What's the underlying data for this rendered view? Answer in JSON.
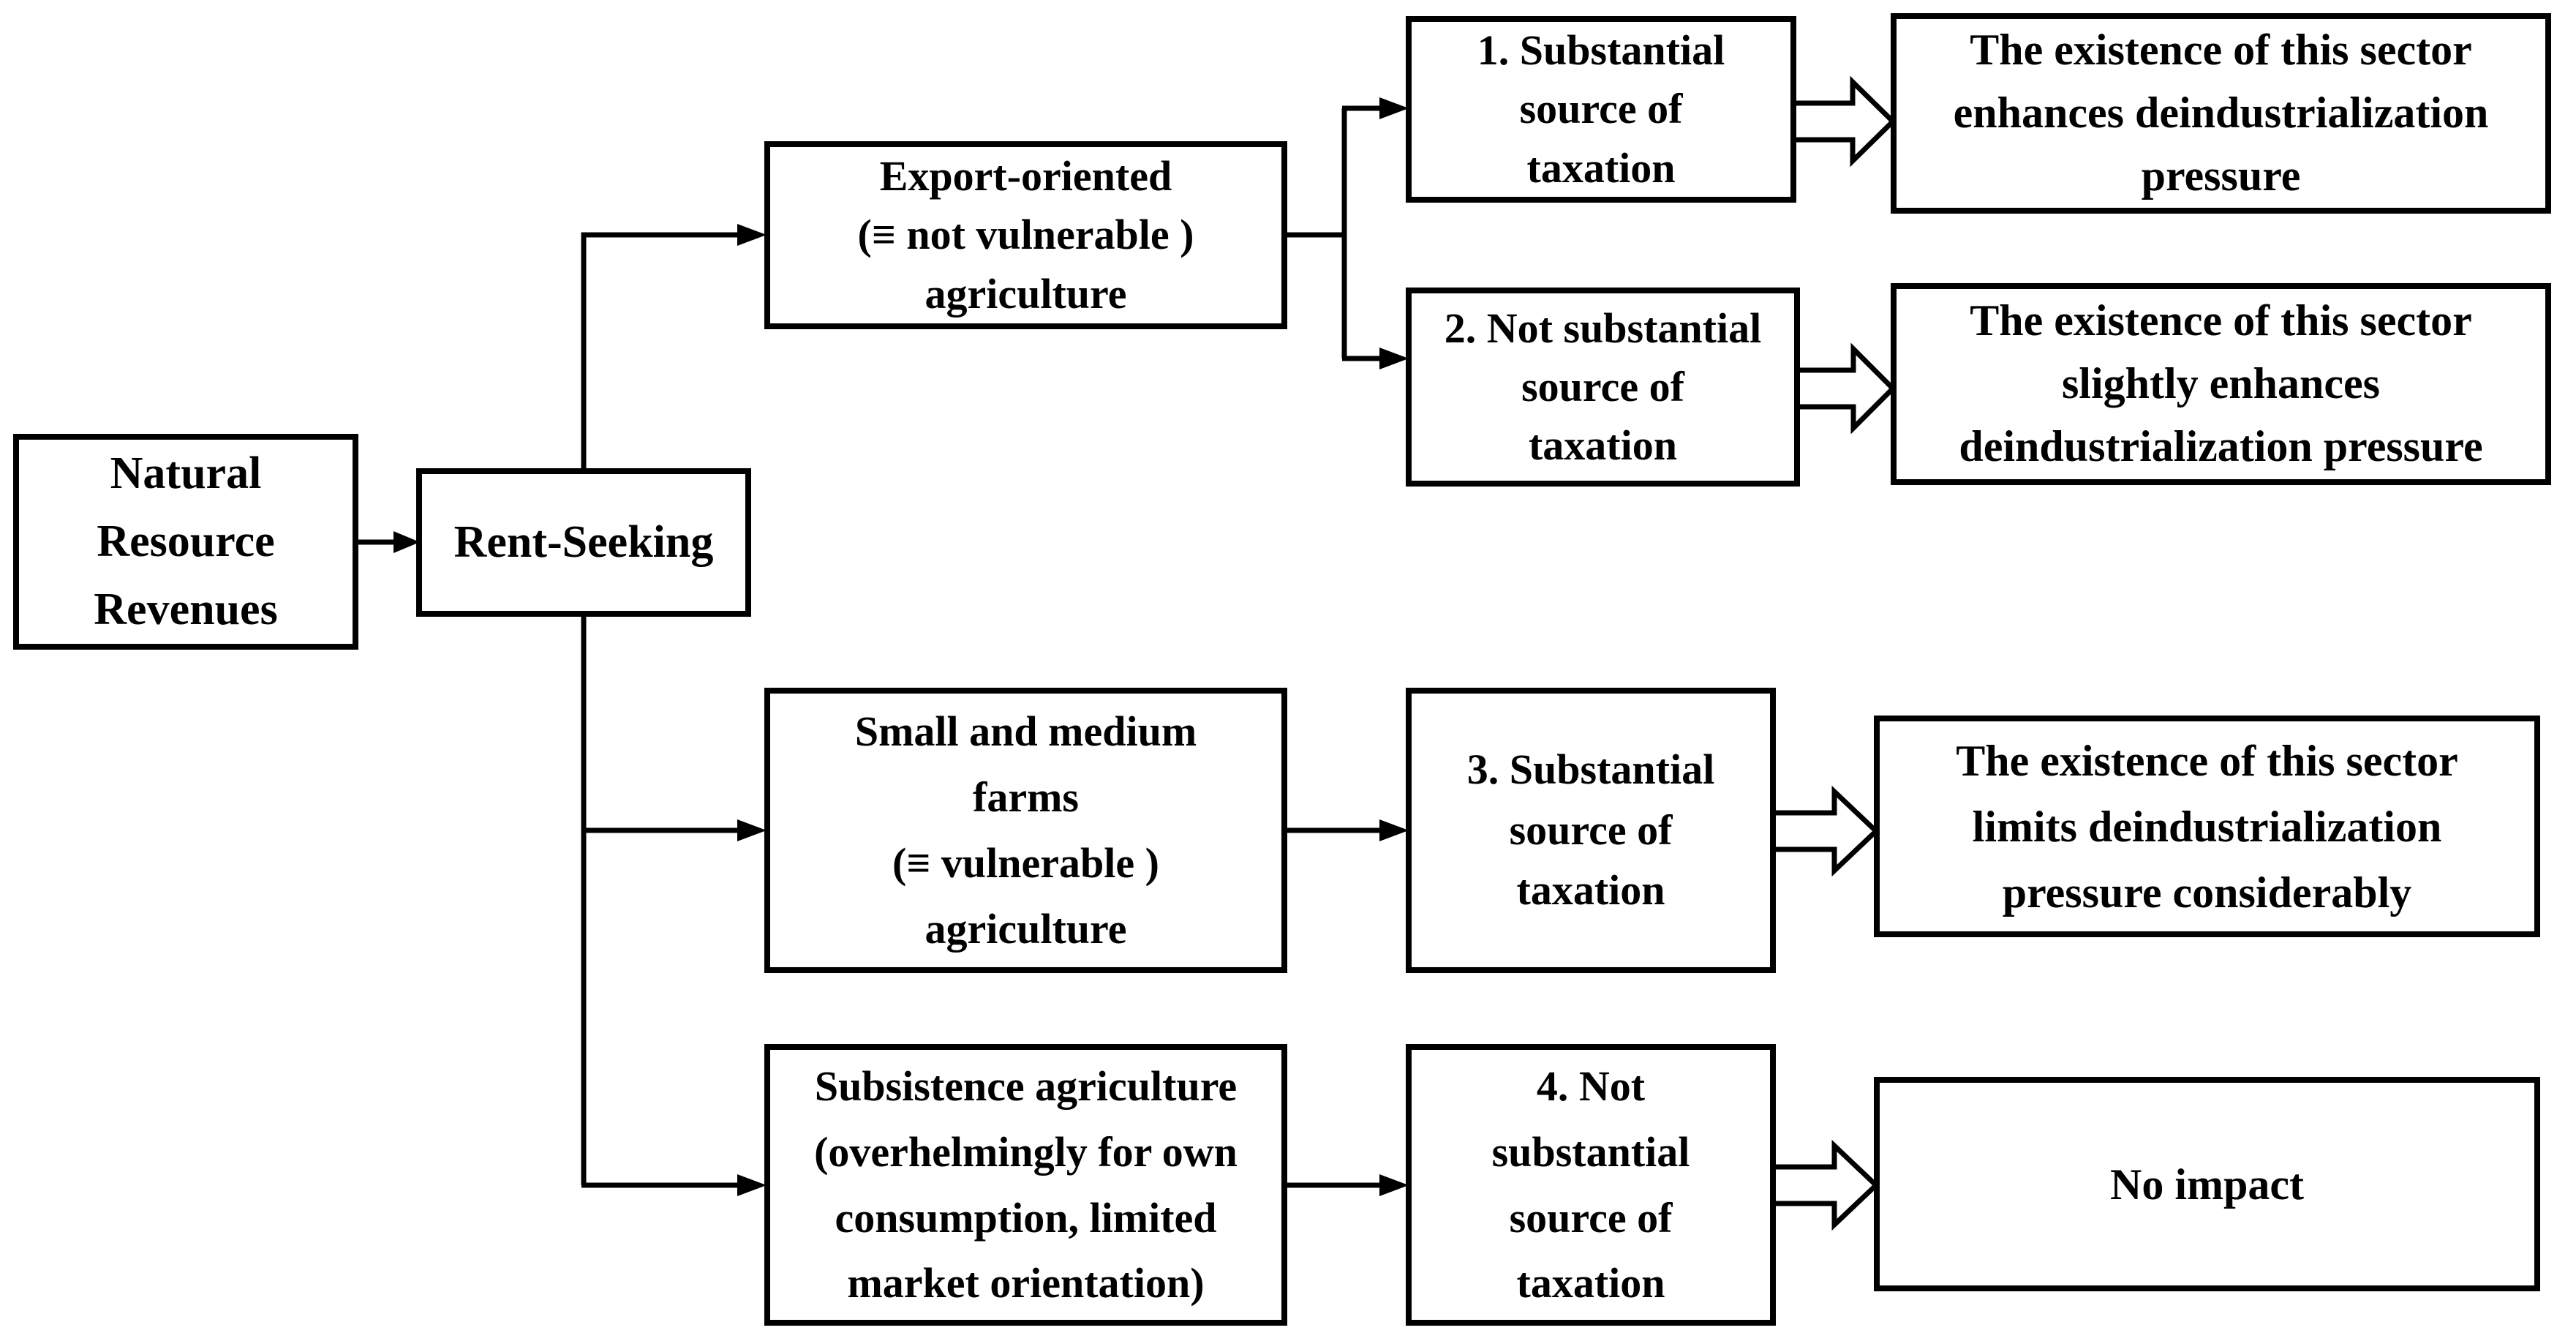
{
  "diagram": {
    "type": "flowchart",
    "nodes": {
      "natural_resource": {
        "label": "Natural\nResource\nRevenues"
      },
      "rent_seeking": {
        "label": "Rent-Seeking"
      },
      "export_oriented": {
        "label": "Export-oriented\n(≡ not vulnerable )\nagriculture"
      },
      "taxation_1": {
        "label": "1. Substantial\nsource of\ntaxation"
      },
      "outcome_1": {
        "label": "The existence of this sector\nenhances deindustrialization\npressure"
      },
      "taxation_2": {
        "label": "2. Not substantial\nsource of\ntaxation"
      },
      "outcome_2": {
        "label": "The existence of this sector\nslightly enhances\ndeindustrialization pressure"
      },
      "small_medium_farms": {
        "label": "Small and medium\nfarms\n(≡ vulnerable )\nagriculture"
      },
      "taxation_3": {
        "label": "3. Substantial\nsource of\ntaxation"
      },
      "outcome_3": {
        "label": "The existence of this sector\nlimits deindustrialization\npressure considerably"
      },
      "subsistence_agriculture": {
        "label": "Subsistence agriculture\n(overhelmingly for own\nconsumption, limited\nmarket orientation)"
      },
      "taxation_4": {
        "label": "4. Not\nsubstantial\nsource of\ntaxation"
      },
      "outcome_4": {
        "label": "No impact"
      }
    },
    "edges": [
      {
        "from": "natural_resource",
        "to": "rent_seeking",
        "style": "line-arrow"
      },
      {
        "from": "rent_seeking",
        "to": "export_oriented",
        "style": "line-arrow"
      },
      {
        "from": "rent_seeking",
        "to": "small_medium_farms",
        "style": "line-arrow"
      },
      {
        "from": "rent_seeking",
        "to": "subsistence_agriculture",
        "style": "line-arrow"
      },
      {
        "from": "export_oriented",
        "to": "taxation_1",
        "style": "line-arrow"
      },
      {
        "from": "export_oriented",
        "to": "taxation_2",
        "style": "line-arrow"
      },
      {
        "from": "small_medium_farms",
        "to": "taxation_3",
        "style": "line-arrow"
      },
      {
        "from": "subsistence_agriculture",
        "to": "taxation_4",
        "style": "line-arrow"
      },
      {
        "from": "taxation_1",
        "to": "outcome_1",
        "style": "block-arrow"
      },
      {
        "from": "taxation_2",
        "to": "outcome_2",
        "style": "block-arrow"
      },
      {
        "from": "taxation_3",
        "to": "outcome_3",
        "style": "block-arrow"
      },
      {
        "from": "taxation_4",
        "to": "outcome_4",
        "style": "block-arrow"
      }
    ],
    "colors": {
      "background": "#ffffff",
      "box_fill": "#ffffff",
      "box_border": "#000000",
      "text": "#000000",
      "connector": "#000000"
    }
  }
}
